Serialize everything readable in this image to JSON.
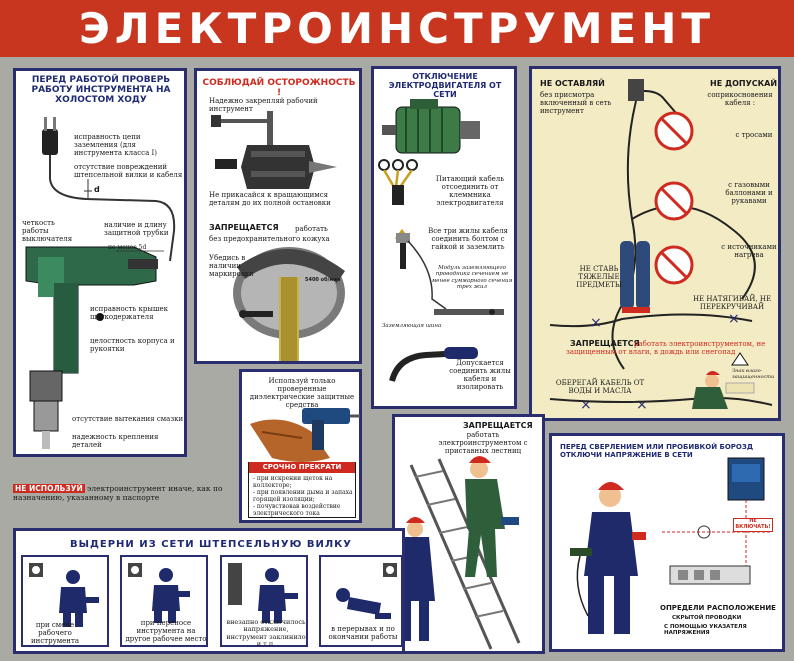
{
  "title": "ЭЛЕКТРОИНСТРУМЕНТ",
  "panel1": {
    "header": "ПЕРЕД РАБОТОЙ ПРОВЕРЬ РАБОТУ ИНСТРУМЕНТА НА ХОЛОСТОМ ХОДУ",
    "l1": "исправность цепи заземления (для инструмента класса I)",
    "l2": "отсутствие повреждений штепсельной вилки и кабеля",
    "d": "d",
    "l3": "четкость работы выключателя",
    "l4": "наличие и длину защитной трубки",
    "l5": "не менее 5d",
    "l6": "исправность крышек щеткодержателя",
    "l7": "целостность корпуса и рукоятки",
    "l8": "отсутствие вытекания смазки",
    "l9": "надежность крепления деталей"
  },
  "panel2": {
    "header": "СОБЛЮДАЙ ОСТОРОЖНОСТЬ !",
    "l1": "Надежно закрепляй рабочий инструмент",
    "l2": "Не прикасайся к вращающимся деталям до их полной остановки",
    "forbid": "ЗАПРЕЩАЕТСЯ",
    "l3": "работать",
    "l4": "без предохранительного кожуха",
    "l5": "Убедись в наличии маркировки",
    "mark": "5400 об/мин"
  },
  "panel3": {
    "header": "ОТКЛЮЧЕНИЕ ЭЛЕКТРОДВИГАТЕЛЯ ОТ СЕТИ",
    "l1": "Питающий кабель отсоединить от клеммника электродвигателя",
    "l2": "Все три жилы кабеля соединить болтом с гайкой и заземлить",
    "l3": "Модуль заземляющего проводника сечением не менее суммарного сечения трех жил",
    "l4": "Заземляющая шина",
    "l5": "Допускается соединить жилы кабеля и изолировать"
  },
  "panel4": {
    "h_left1": "НЕ ОСТАВЛЯЙ",
    "h_left2": "без присмотра включенный в сеть инструмент",
    "h_right1": "НЕ ДОПУСКАЙ",
    "h_right2": "соприкосновения кабеля :",
    "r1": "с тросами",
    "r2": "с газовыми баллонами и рукавами",
    "r3": "с источниками нагрева",
    "l1": "НЕ СТАВЬ ТЯЖЕЛЫЕ ПРЕДМЕТЫ",
    "l2": "НЕ НАТЯГИВАЙ, НЕ ПЕРЕКРУЧИВАЙ",
    "forbid": "ЗАПРЕЩАЕТСЯ",
    "forbid_text": "работать электроинструментом, не защищенным от влаги, в дождь или снегопад",
    "l3": "ОБЕРЕГАЙ КАБЕЛЬ ОТ ВОДЫ И МАСЛА",
    "sign": "Знак влаго-защищенности"
  },
  "panel5": {
    "l1": "Используй только проверенные диэлектрические защитные средства",
    "stop": "СРОЧНО ПРЕКРАТИ РАБОТУ :",
    "s1": "- при искрении щеток на коллекторе;",
    "s2": "- при появлении дыма и запаха горящей изоляции;",
    "s3": "- почувствовав воздействие электрического тока"
  },
  "panel6": {
    "forbid": "ЗАПРЕЩАЕТСЯ",
    "l1": "работать электроинструментом с приставных лестниц"
  },
  "panel7": {
    "header": "ПЕРЕД СВЕРЛЕНИЕМ ИЛИ ПРОБИВКОЙ БОРОЗД ОТКЛЮЧИ НАПРЯЖЕНИЕ В СЕТИ",
    "sign": "НЕ ВКЛЮЧАТЬ!",
    "footer1": "ОПРЕДЕЛИ РАСПОЛОЖЕНИЕ",
    "footer2": "СКРЫТОЙ ПРОВОДКИ",
    "footer3": "С ПОМОЩЬЮ УКАЗАТЕЛЯ НАПРЯЖЕНИЯ"
  },
  "note": {
    "red": "НЕ ИСПОЛЬЗУЙ",
    "text": "электроинструмент иначе, как по назначению, указанному в паспорте"
  },
  "bottom": {
    "header": "ВЫДЕРНИ ИЗ СЕТИ ШТЕПСЕЛЬНУЮ ВИЛКУ",
    "c1": "при смене рабочего инструмента",
    "c2": "при переносе инструмента на другое рабочее место",
    "c3": "внезапно отключилось напряжение, инструмент заклинило и т.п.",
    "c4": "в перерывах и по окончании работы"
  },
  "colors": {
    "red": "#c8361f",
    "blue": "#2a2d6e",
    "yellow": "#f3ebc4",
    "bg": "#a9aaa4"
  }
}
